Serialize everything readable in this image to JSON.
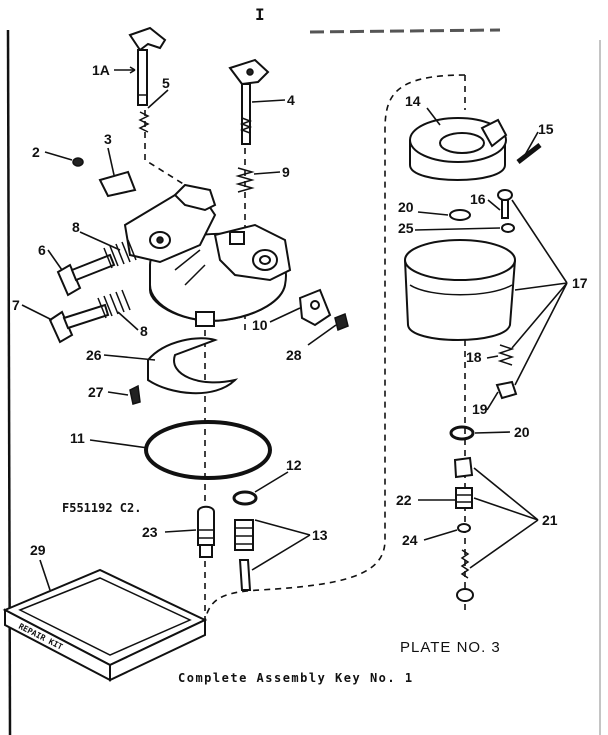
{
  "header": {
    "mark": "I"
  },
  "drawing_code": "F551192 C2.",
  "plate": "PLATE NO. 3",
  "footer": "Complete Assembly Key No. 1",
  "kit_label": "REPAIR KIT",
  "callouts": {
    "c1A": "1A",
    "c2": "2",
    "c3": "3",
    "c4": "4",
    "c5": "5",
    "c6": "6",
    "c7": "7",
    "c8a": "8",
    "c8b": "8",
    "c9": "9",
    "c10": "10",
    "c11": "11",
    "c12": "12",
    "c13": "13",
    "c14": "14",
    "c15": "15",
    "c16": "16",
    "c17": "17",
    "c18": "18",
    "c19": "19",
    "c20a": "20",
    "c20b": "20",
    "c21": "21",
    "c22": "22",
    "c23": "23",
    "c24": "24",
    "c25": "25",
    "c26": "26",
    "c27": "27",
    "c28": "28",
    "c29": "29"
  }
}
